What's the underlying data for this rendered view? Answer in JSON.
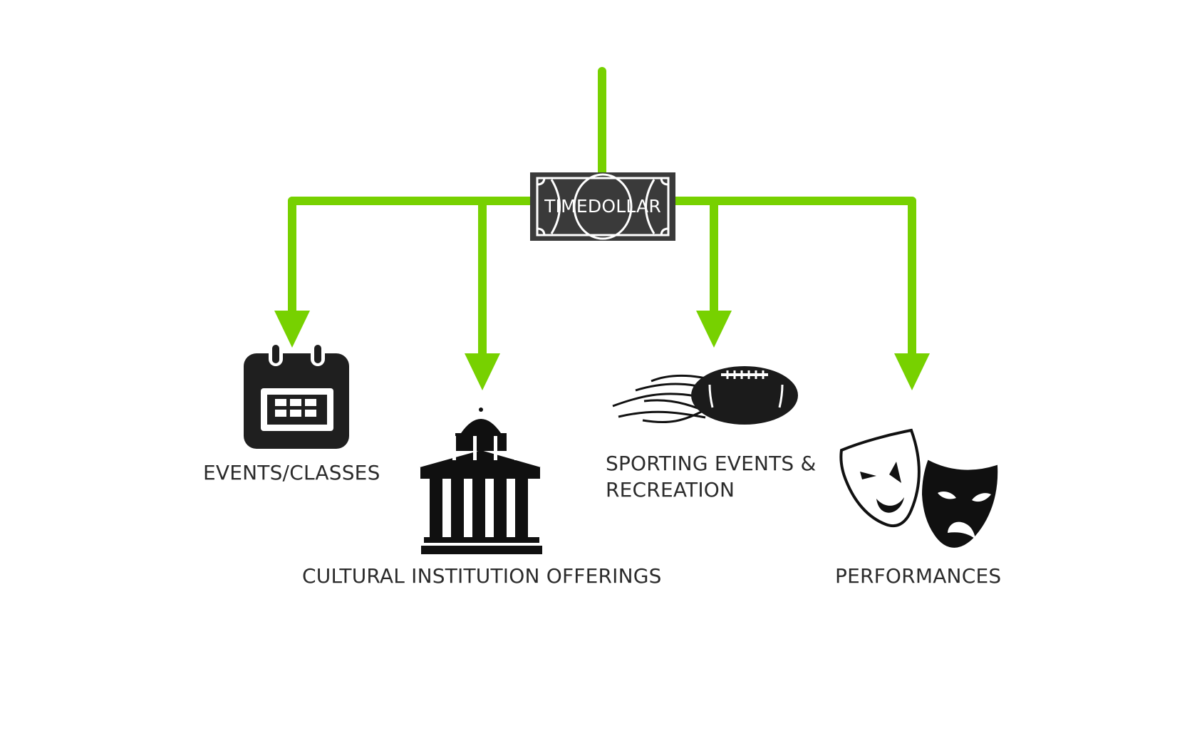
{
  "diagram": {
    "center": {
      "label": "TIMEDOLLAR",
      "icon": "dollar-bill-icon",
      "fill_color": "#3a3a3a",
      "line_color": "#ffffff"
    },
    "connector_color": "#77d100",
    "targets": [
      {
        "id": "events",
        "label": "EVENTS/CLASSES",
        "icon": "calendar-icon"
      },
      {
        "id": "cultural",
        "label": "CULTURAL INSTITUTION OFFERINGS",
        "icon": "museum-building-icon"
      },
      {
        "id": "sports",
        "label": [
          "SPORTING EVENTS &",
          "RECREATION"
        ],
        "icon": "football-icon"
      },
      {
        "id": "performances",
        "label": "PERFORMANCES",
        "icon": "theater-masks-icon"
      }
    ],
    "text_color": "#2b2b2b",
    "icon_color": "#1b1b1b"
  }
}
